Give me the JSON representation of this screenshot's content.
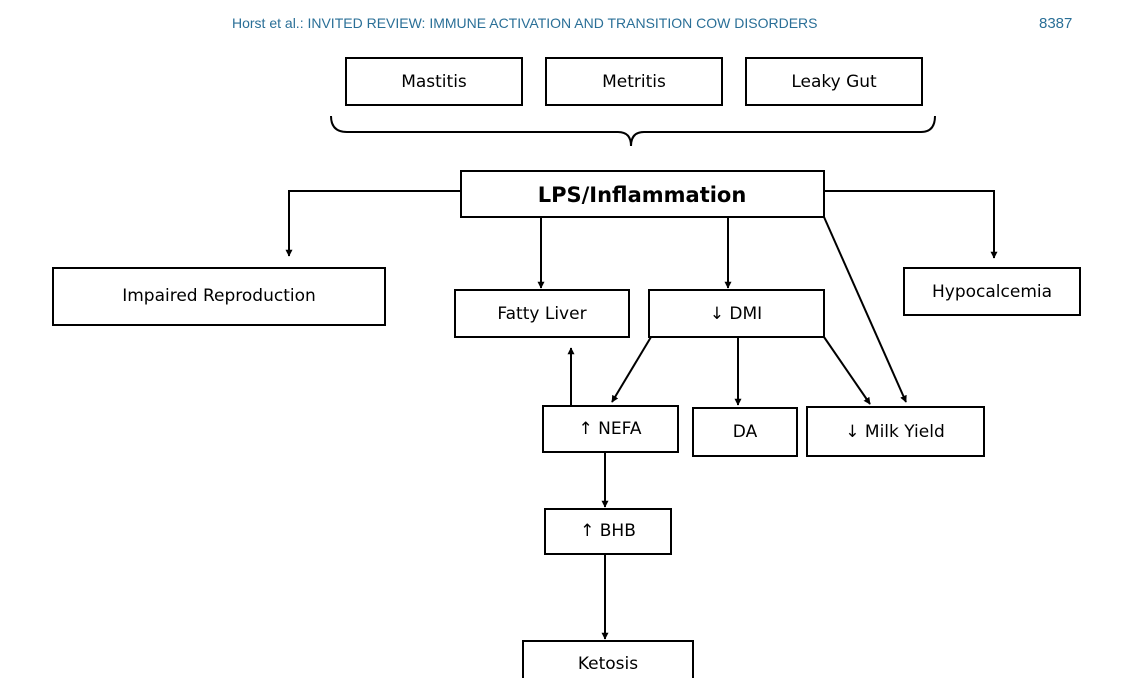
{
  "header": {
    "running_head": "Horst et al.: INVITED REVIEW: IMMUNE ACTIVATION AND TRANSITION COW DISORDERS",
    "page_number": "8387"
  },
  "colors": {
    "header_text": "#2a6f97",
    "box_stroke": "#000000",
    "arrow": "#000000"
  },
  "nodes": {
    "mastitis": "Mastitis",
    "metritis": "Metritis",
    "leaky_gut": "Leaky Gut",
    "lps": "LPS/Inflammation",
    "impaired_reproduction": "Impaired Reproduction",
    "fatty_liver": "Fatty Liver",
    "dmi": "↓ DMI",
    "hypocalcemia": "Hypocalcemia",
    "nefa": "↑ NEFA",
    "da": "DA",
    "milk_yield": "↓ Milk Yield",
    "bhb": "↑ BHB",
    "ketosis": "Ketosis"
  },
  "edges": [
    [
      "sources",
      "lps"
    ],
    [
      "lps",
      "impaired_reproduction"
    ],
    [
      "lps",
      "fatty_liver"
    ],
    [
      "lps",
      "dmi"
    ],
    [
      "lps",
      "milk_yield"
    ],
    [
      "lps",
      "hypocalcemia"
    ],
    [
      "dmi",
      "nefa"
    ],
    [
      "dmi",
      "da"
    ],
    [
      "dmi",
      "milk_yield"
    ],
    [
      "nefa",
      "fatty_liver"
    ],
    [
      "nefa",
      "bhb"
    ],
    [
      "bhb",
      "ketosis"
    ]
  ]
}
